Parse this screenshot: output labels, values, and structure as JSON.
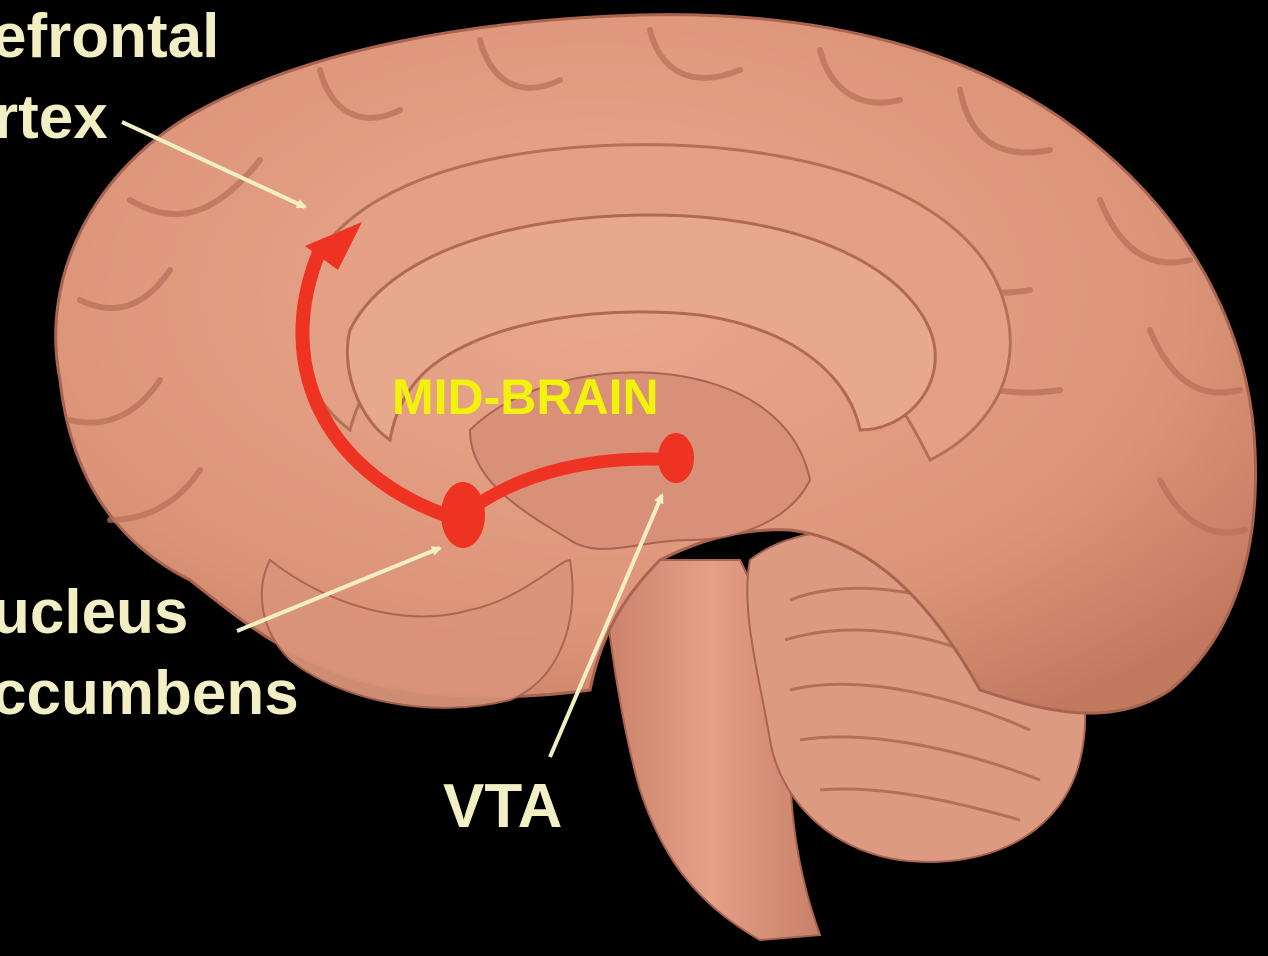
{
  "labels": {
    "prefrontal_line1": "efrontal",
    "prefrontal_line2": "rtex",
    "nucleus_line1": "ucleus",
    "nucleus_line2": "ccumbens",
    "vta": "VTA",
    "midbrain": "MID-BRAIN"
  },
  "colors": {
    "background": "#000000",
    "brain_tissue": "#e09a80",
    "brain_shadow": "#b86e58",
    "label_text": "#f3efc4",
    "pointer_lines": "#f3efc4",
    "pathway": "#ee3322",
    "midbrain_text": "#f2f20a"
  }
}
